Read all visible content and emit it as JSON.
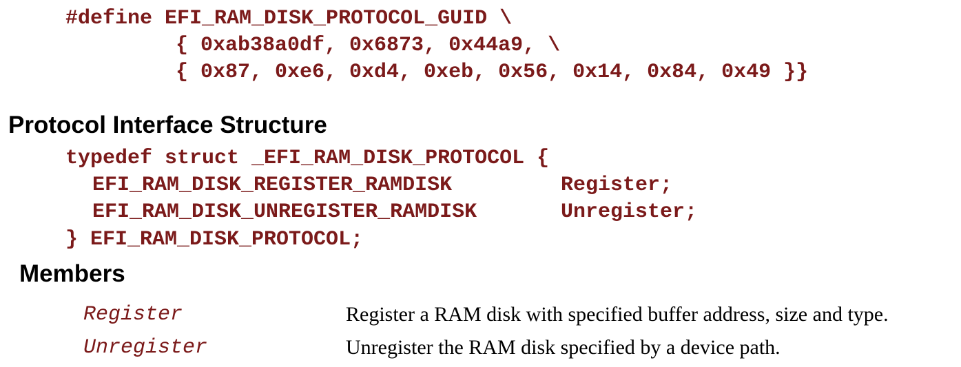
{
  "guid_define": {
    "line1": "#define EFI_RAM_DISK_PROTOCOL_GUID \\",
    "line2": "{ 0xab38a0df, 0x6873, 0x44a9, \\",
    "line3": "{ 0x87, 0xe6, 0xd4, 0xeb, 0x56, 0x14, 0x84, 0x49 }}"
  },
  "protocol_section": {
    "heading": "Protocol Interface Structure",
    "typedef_open": "typedef struct _EFI_RAM_DISK_PROTOCOL {",
    "fields": [
      {
        "type": "EFI_RAM_DISK_REGISTER_RAMDISK",
        "name": "Register;"
      },
      {
        "type": "EFI_RAM_DISK_UNREGISTER_RAMDISK",
        "name": "Unregister;"
      }
    ],
    "typedef_close": "} EFI_RAM_DISK_PROTOCOL;"
  },
  "members_section": {
    "heading": "Members",
    "items": [
      {
        "name": "Register",
        "description": "Register a RAM disk with specified buffer address, size and type."
      },
      {
        "name": "Unregister",
        "description": "Unregister the RAM disk specified by a device path."
      }
    ]
  },
  "colors": {
    "code_text": "#7b1a1a",
    "body_text": "#000000",
    "background": "#ffffff"
  }
}
